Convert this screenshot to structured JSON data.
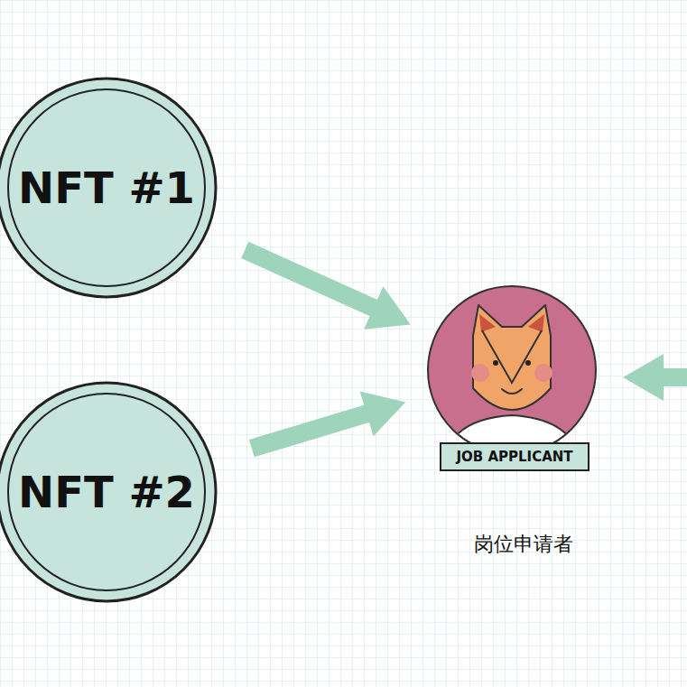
{
  "diagram": {
    "nodes": [
      {
        "text": [
          "NFT #1"
        ]
      },
      {
        "text": [
          "NFT #2"
        ]
      },
      {
        "text": [
          "JOB APPLICANT",
          "岗位申请者"
        ]
      }
    ],
    "edges": [
      {
        "from": 0,
        "to": 2,
        "arrow": "to"
      },
      {
        "from": 1,
        "to": 2,
        "arrow": "to"
      }
    ]
  }
}
